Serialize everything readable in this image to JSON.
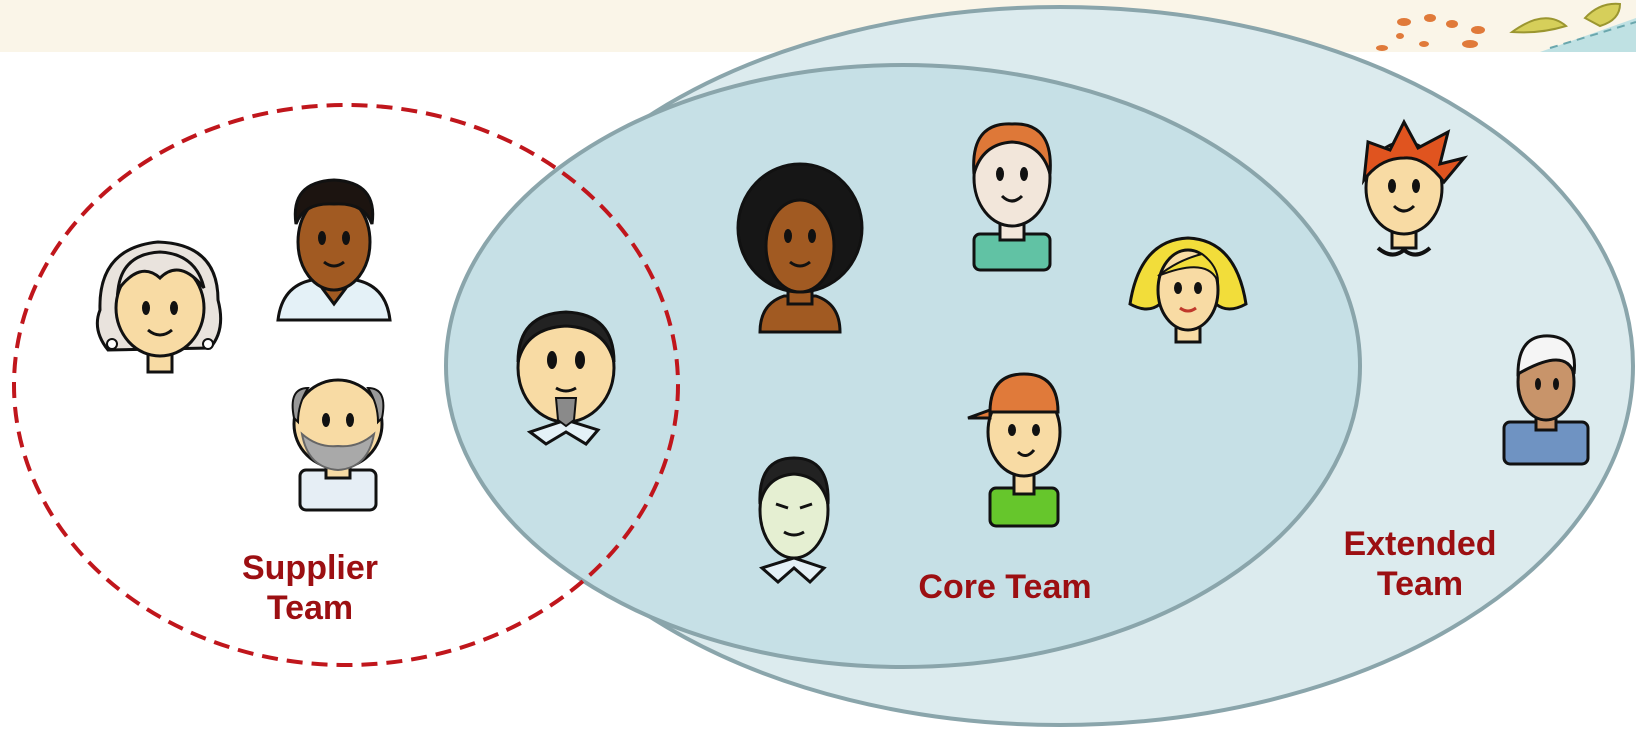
{
  "groups": {
    "supplier": {
      "label_line1": "Supplier",
      "label_line2": "Team"
    },
    "core": {
      "label": "Core Team"
    },
    "extended": {
      "label_line1": "Extended",
      "label_line2": "Team"
    }
  },
  "colors": {
    "label": "#9c0f12",
    "supplier_border": "#c0161c",
    "extended_fill": "#dcebee",
    "core_fill": "#c6e0e6",
    "ellipse_stroke": "#8aa5ab",
    "header_band": "#faf5e8"
  },
  "people": [
    {
      "id": "supplier-woman-grey-hair",
      "icon": "person-icon"
    },
    {
      "id": "supplier-man-curly-hair",
      "icon": "person-icon"
    },
    {
      "id": "supplier-bald-man",
      "icon": "person-icon"
    },
    {
      "id": "shared-man-goatee",
      "icon": "person-icon"
    },
    {
      "id": "core-woman-afro",
      "icon": "person-icon"
    },
    {
      "id": "core-man-orange-hair",
      "icon": "person-icon"
    },
    {
      "id": "core-woman-blonde",
      "icon": "person-icon"
    },
    {
      "id": "core-man-cap",
      "icon": "person-icon"
    },
    {
      "id": "core-man-pale",
      "icon": "person-icon"
    },
    {
      "id": "extended-man-red-spiky-hair",
      "icon": "person-icon"
    },
    {
      "id": "extended-man-white-hair",
      "icon": "person-icon"
    }
  ]
}
